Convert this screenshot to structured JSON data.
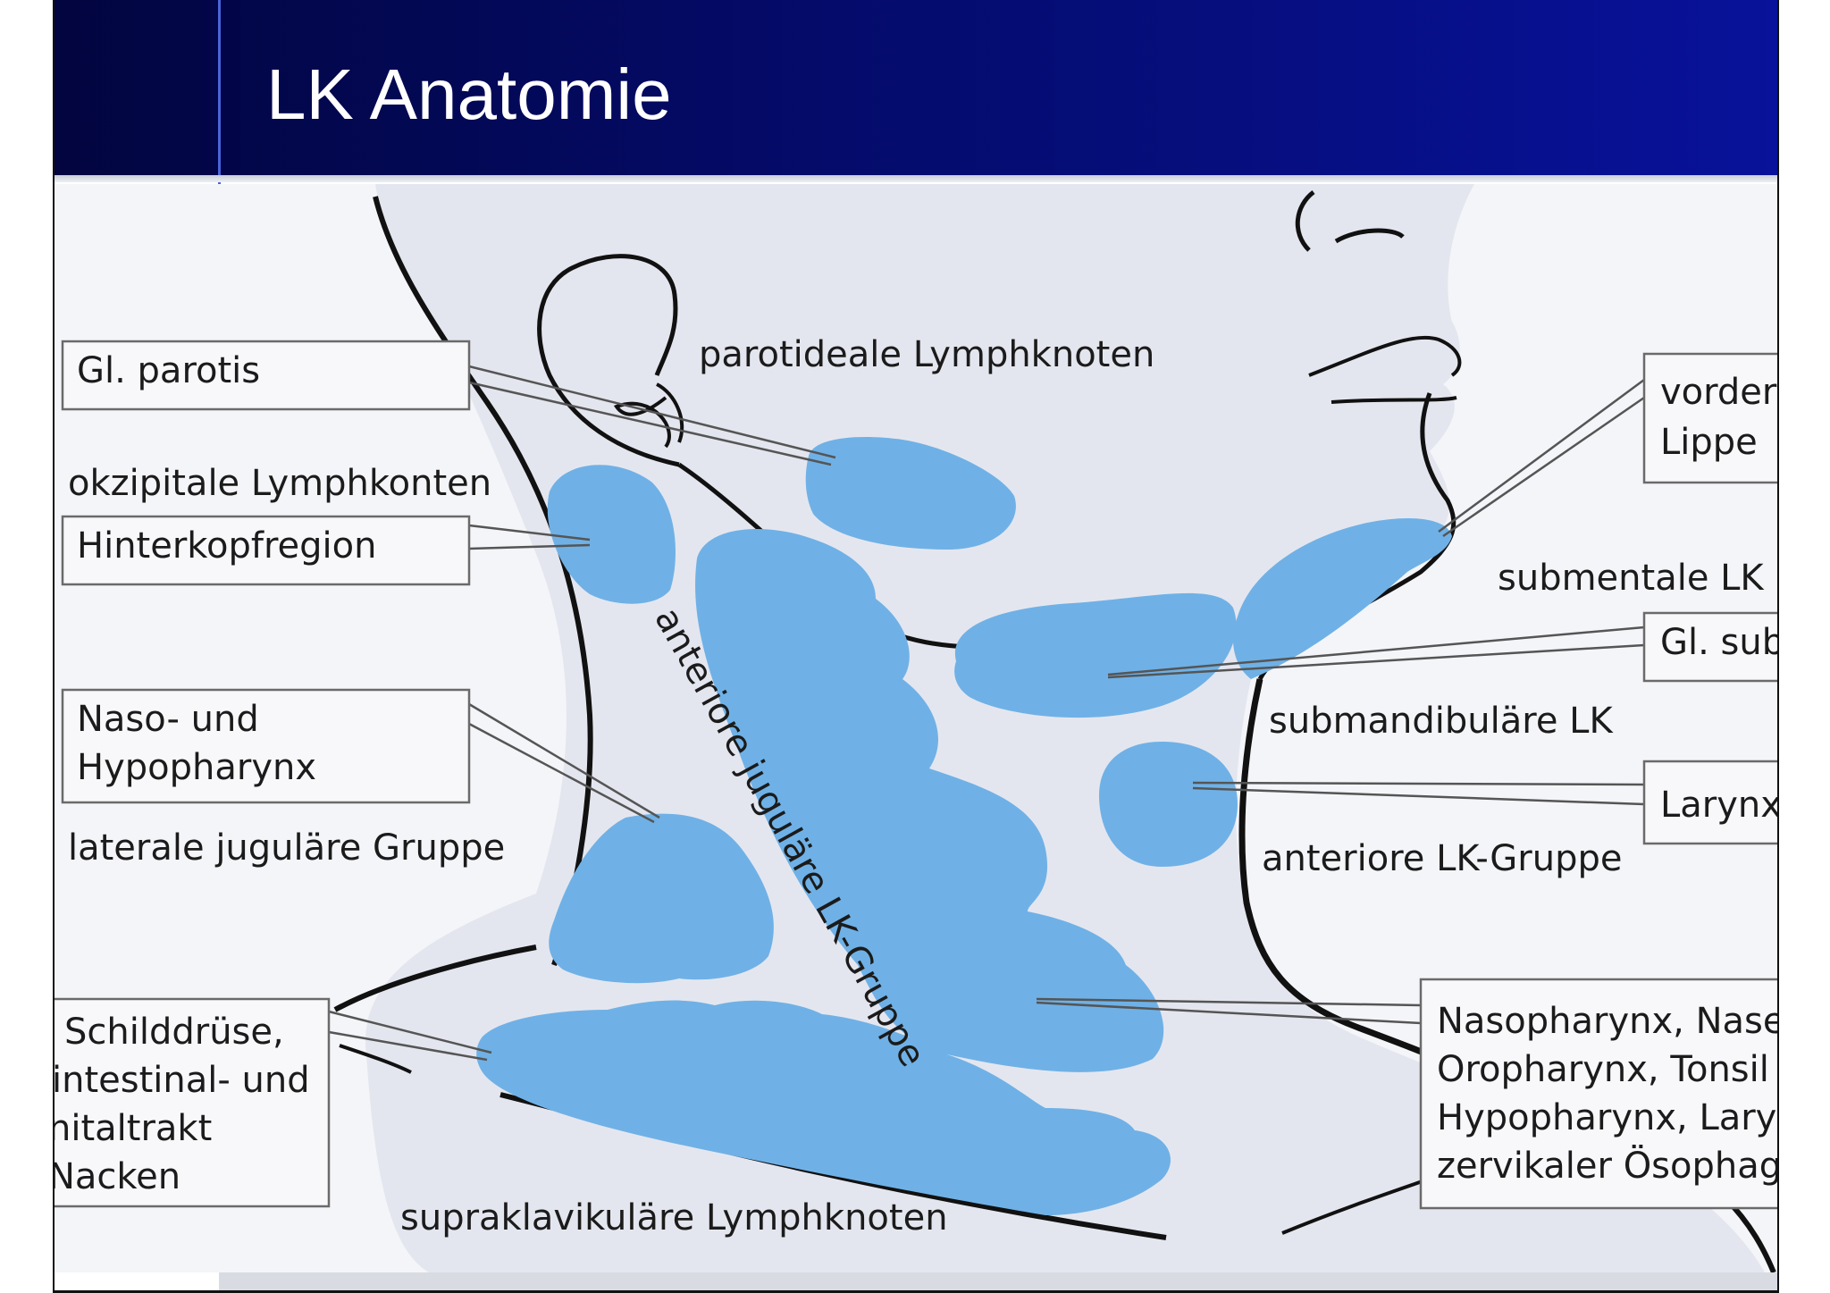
{
  "slide": {
    "title": "LK Anatomie"
  },
  "diagram": {
    "node_group_labels": {
      "parotideal": "parotideale Lymphknoten",
      "occipital": "okzipitale Lymphkonten",
      "jugular_anterior": "anteriore juguläre LK-Gruppe",
      "jugular_lateral": "laterale juguläre Gruppe",
      "supraclavicular": "supraklavikuläre Lymphknoten",
      "submental": "submentale LK",
      "submandibular": "submandibuläre LK",
      "anterior_group": "anteriore LK-Gruppe"
    },
    "drainage_boxes": {
      "parotis": [
        "Gl. parotis"
      ],
      "occiput": [
        "Hinterkopfregion"
      ],
      "naso_hypo": [
        "Naso- und",
        "Hypopharynx"
      ],
      "thyroid": [
        "Schilddrüse,",
        "intestinal- und",
        "nitaltrakt",
        "Nacken"
      ],
      "lip": [
        "vorder",
        "Lippe"
      ],
      "gl_sub": [
        "Gl. sub"
      ],
      "larynx": [
        "Larynx"
      ],
      "pharynx": [
        "Nasopharynx, Nase",
        "Oropharynx, Tonsil",
        "Hypopharynx, Laryn",
        "zervikaler Ösophag"
      ]
    },
    "colors": {
      "header_dark": "#02053f",
      "header_light": "#08129a",
      "skin": "#e4e6ef",
      "node_fill": "#6fb1e6",
      "box_border": "#6a6a6a",
      "outline": "#111111"
    }
  }
}
